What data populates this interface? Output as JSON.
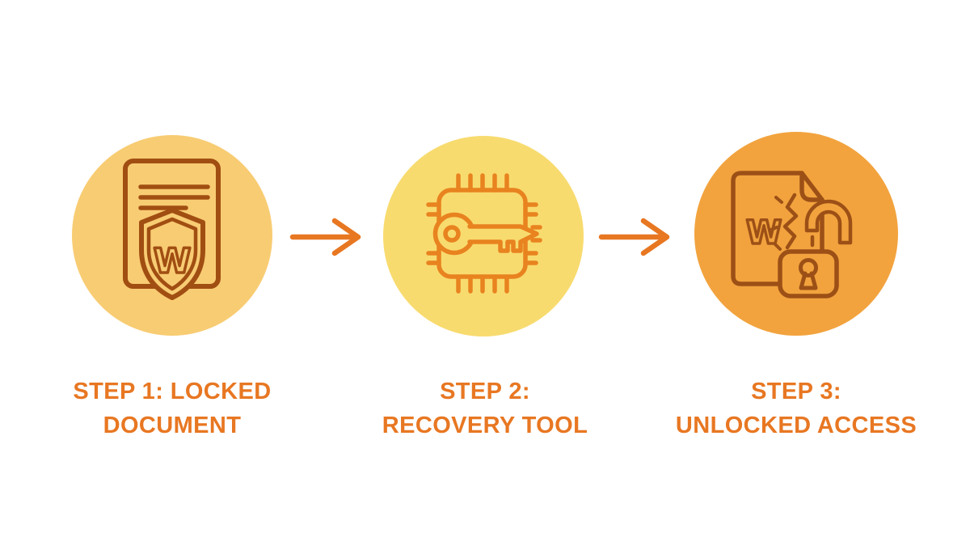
{
  "ui": {
    "background": "#ffffff",
    "label_color": "#E87722",
    "arrow_color": "#E87722",
    "arrow_icon": "right-arrow-icon"
  },
  "steps": [
    {
      "step": "1",
      "label_line1": "STEP 1: LOCKED",
      "label_line2": "DOCUMENT",
      "icon": "locked-document-shield-icon",
      "icon_letter": "W",
      "circle_color": "#F8CC73",
      "icon_stroke": "#A14E12"
    },
    {
      "step": "2",
      "label_line1": "STEP 2:",
      "label_line2": "RECOVERY TOOL",
      "icon": "chip-key-icon",
      "circle_color": "#F8DB6F",
      "icon_stroke": "#E8831F"
    },
    {
      "step": "3",
      "label_line1": "STEP 3:",
      "label_line2": "UNLOCKED ACCESS",
      "icon": "cracked-document-unlocked-padlock-icon",
      "icon_letter": "W",
      "circle_color": "#F2A33E",
      "icon_stroke": "#9C5016"
    }
  ]
}
